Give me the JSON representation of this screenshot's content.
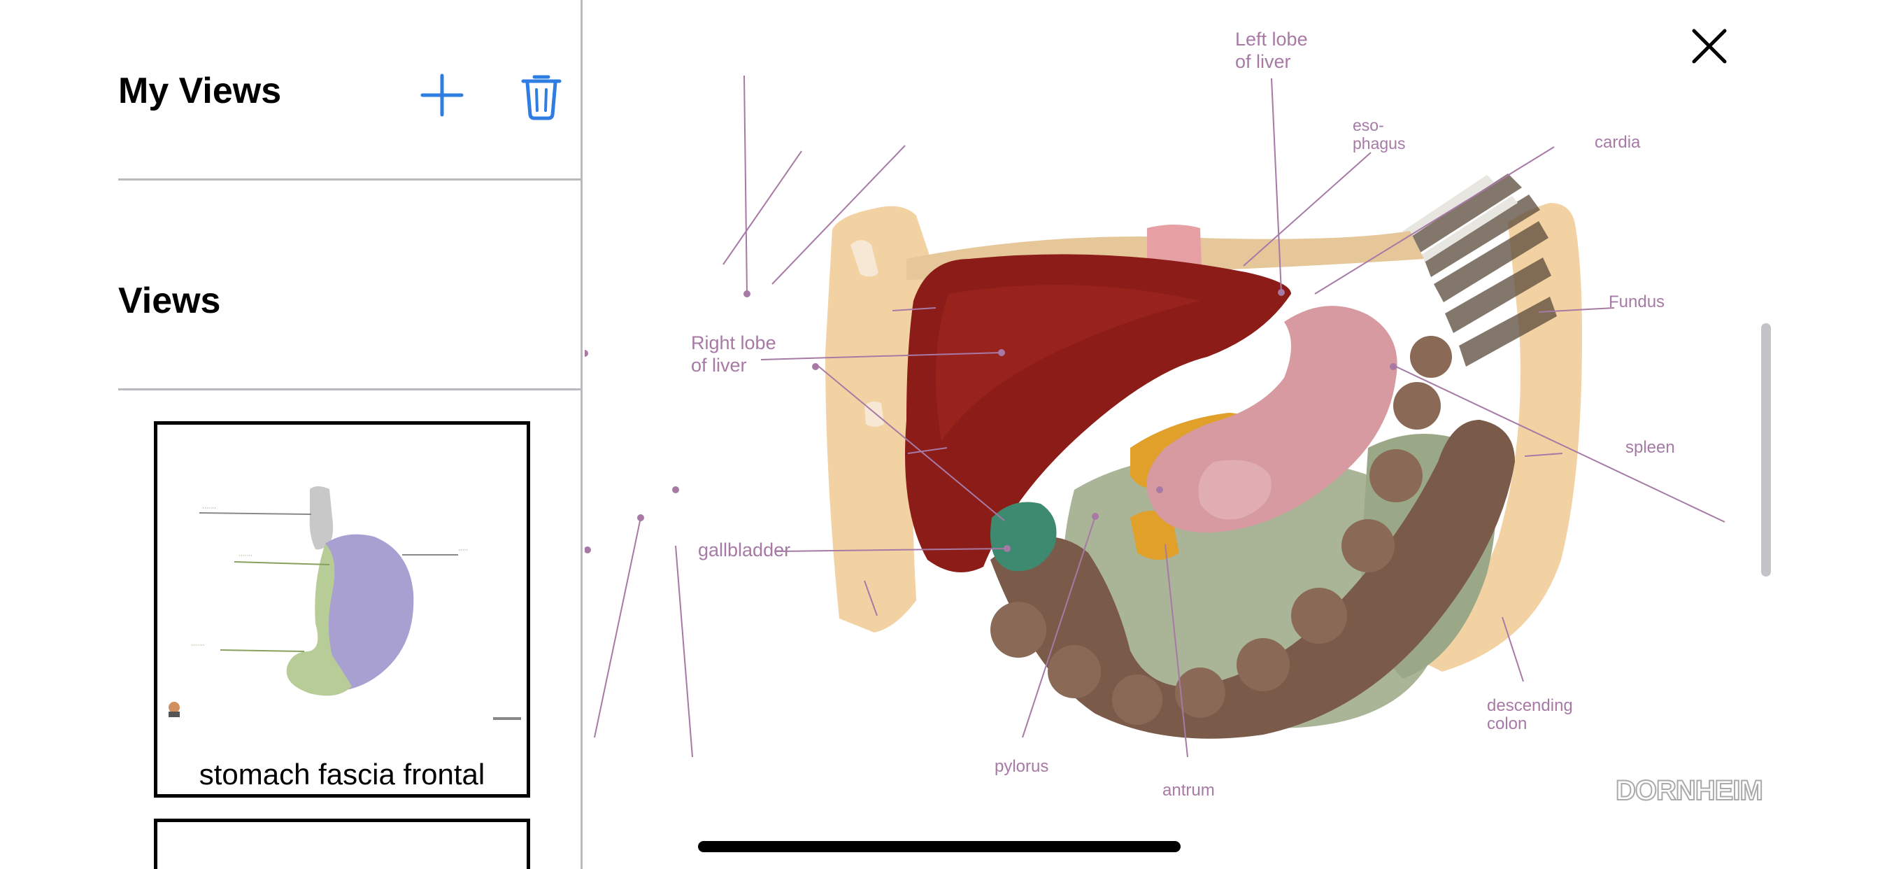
{
  "sidebar": {
    "my_views_title": "My Views",
    "views_title": "Views",
    "add_icon": "plus-icon",
    "delete_icon": "trash-icon",
    "accent_color": "#2f7de1",
    "thumbnail": {
      "caption": "stomach fascia frontal"
    }
  },
  "viewer": {
    "brand": "DORNHEIM",
    "close_icon": "close-icon",
    "labels": {
      "left_lobe": "Left lobe\nof liver",
      "esophagus": "eso-\nphagus",
      "cardia": "cardia",
      "fundus": "Fundus",
      "right_lobe": "Right lobe\nof liver",
      "spleen": "spleen",
      "gallbladder": "gallbladder",
      "descending_colon": "descending\ncolon",
      "pylorus": "pylorus",
      "antrum": "antrum"
    },
    "colors": {
      "label": "#a77aa6",
      "liver": "#8c1c18",
      "stomach": "#d69aa0",
      "colon": "#7a5a48",
      "bone": "#f2d2a2",
      "intestine": "#a9b596",
      "gallbladder": "#3d8a70",
      "pancreas": "#e0a02a"
    }
  }
}
